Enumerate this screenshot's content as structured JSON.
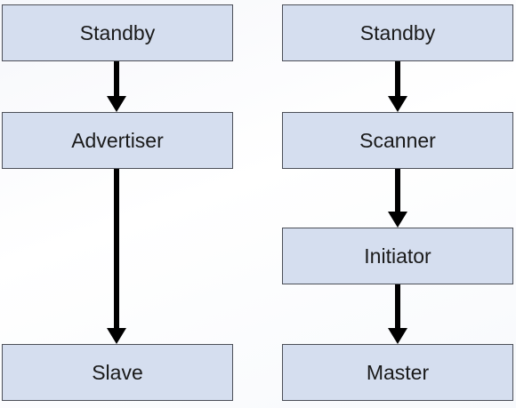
{
  "diagram": {
    "left_flow": {
      "nodes": [
        "Standby",
        "Advertiser",
        "Slave"
      ]
    },
    "right_flow": {
      "nodes": [
        "Standby",
        "Scanner",
        "Initiator",
        "Master"
      ]
    },
    "edges": [
      {
        "from": "Standby",
        "to": "Advertiser",
        "flow": "left"
      },
      {
        "from": "Advertiser",
        "to": "Slave",
        "flow": "left"
      },
      {
        "from": "Standby",
        "to": "Scanner",
        "flow": "right"
      },
      {
        "from": "Scanner",
        "to": "Initiator",
        "flow": "right"
      },
      {
        "from": "Initiator",
        "to": "Master",
        "flow": "right"
      }
    ],
    "colors": {
      "box_fill": "#d5deef",
      "box_border": "#4c4f58",
      "arrow": "#000000"
    }
  }
}
